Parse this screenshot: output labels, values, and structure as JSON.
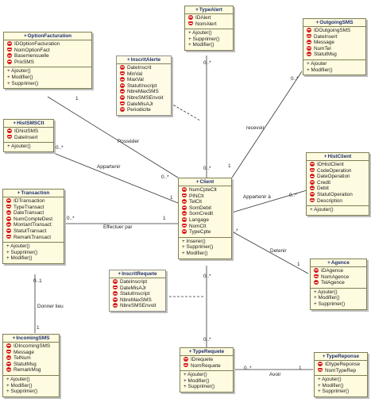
{
  "classes": {
    "option_facturation": {
      "name": "OptionFacturation",
      "attributes": [
        "IDOptionFacturation",
        "NomOptionFact",
        "Basemensuelle",
        "PrixSMS"
      ],
      "operations": [
        "Ajouter()",
        "Modifier()",
        "Supprimer()"
      ]
    },
    "type_alert": {
      "name": "TypeAlert",
      "attributes": [
        "IDAlert",
        "NomAlert"
      ],
      "operations": [
        "Ajouter()",
        "Supprimer()",
        "Modifier()"
      ]
    },
    "outgoing_sms": {
      "name": "OutgoingSMS",
      "attributes": [
        "IDOutgoingSMS",
        "DateInsert",
        "Message",
        "NumTel",
        "StatutMsg"
      ],
      "operations": [
        "Ajouter",
        "Modifier()"
      ]
    },
    "inscrit_alerte": {
      "name": "InscritAlerte",
      "attributes": [
        "DateInscrit",
        "MinVal",
        "MaxVal",
        "StatutInscript",
        "NbreMaxSMS",
        "NbreSMSEnvoit",
        "DateMisAJr",
        "Periodicite"
      ],
      "operations": []
    },
    "hist_sms_clt": {
      "name": "HistSMSClt",
      "attributes": [
        "IDhistSMS",
        "DateInsert"
      ],
      "operations": [
        "Ajouter()"
      ]
    },
    "hist_client": {
      "name": "HistClient",
      "attributes": [
        "IDHistClient",
        "CodeOperation",
        "DateOperation",
        "Credit",
        "Debit",
        "StatutOperation",
        "Description"
      ],
      "operations": [
        "Ajouter()"
      ]
    },
    "client": {
      "name": "Client",
      "attributes": [
        "NumCpteClt",
        "PINClt",
        "TelClt",
        "SomDebit",
        "SomCredit",
        "Langage",
        "NomClt",
        "TypeCpte"
      ],
      "operations": [
        "Inserer()",
        "Supprimer()",
        "Modifier()"
      ]
    },
    "transaction": {
      "name": "Transaction",
      "attributes": [
        "IDTransaction",
        "TypeTransact",
        "DateTransact",
        "NumCompteDest",
        "MontantTransact",
        "StatutTransact",
        "RemarkTransact"
      ],
      "operations": [
        "Ajouter()",
        "Supprimer()",
        "Modifier()"
      ]
    },
    "agence": {
      "name": "Agence",
      "attributes": [
        "IDAgence",
        "NomAgence",
        "TelAgence"
      ],
      "operations": [
        "Ajouter()",
        "Modifier()",
        "Supprimer()"
      ]
    },
    "inscrit_requete": {
      "name": "InscritRequete",
      "attributes": [
        "DateInscript",
        "DateMisAJr",
        "StatutInscript",
        "NbreMaxSMS",
        "NbreSMSEnvoit"
      ],
      "operations": []
    },
    "incoming_sms": {
      "name": "IncomingSMS",
      "attributes": [
        "IDIncomingSMS",
        "Message",
        "TelNum",
        "StatutMsg",
        "RemarkMsg"
      ],
      "operations": [
        "Ajouter()",
        "Modifier()",
        "Supprimer()"
      ]
    },
    "type_requete": {
      "name": "TypeRequete",
      "attributes": [
        "IDrequete",
        "NomRequete"
      ],
      "operations": [
        "Ajouter()",
        "Modifier()",
        "Supprimer()"
      ]
    },
    "type_reponse": {
      "name": "TypeReponse",
      "attributes": [
        "IDtypeReponse",
        "NomTypeRep"
      ],
      "operations": [
        "Ajouter()",
        "Modifier()",
        "Supprimer()"
      ]
    }
  },
  "associations": {
    "posseder": "Posséder",
    "recevoir": "recevoir",
    "appartenir": "Appartenir",
    "appartenir_a": "Appartenir à",
    "effectuer_par": "Effectuer par",
    "detenir": "Detenir",
    "donner_lieu": "Donner lieu",
    "avoir": "Avoir"
  },
  "multiplicities": {
    "optfact_one": "1",
    "optfact_client": "0..*",
    "typealert_client": "0..*",
    "client_typealert": "0..*",
    "outgoing_client": "0..*",
    "client_outgoing": "1",
    "histsms_client": "0..*",
    "client_histsms": "1",
    "client_histclient": "1",
    "histclient_client": "0..*",
    "transaction_client": "0..*",
    "client_transaction": "1",
    "client_agence": "0..*",
    "agence_client": "1",
    "transaction_incoming": "0..1",
    "incoming_transaction": "1",
    "client_typerequete": "0..*",
    "typerequete_client": "0..*",
    "typerequete_typereponse": "0..*",
    "typereponse_typerequete": "1"
  },
  "colors": {
    "class_fill": "#fffbe0",
    "class_border": "#7f7f54",
    "header_text": "#1c2f72",
    "member_icon": "#d61d1d"
  }
}
